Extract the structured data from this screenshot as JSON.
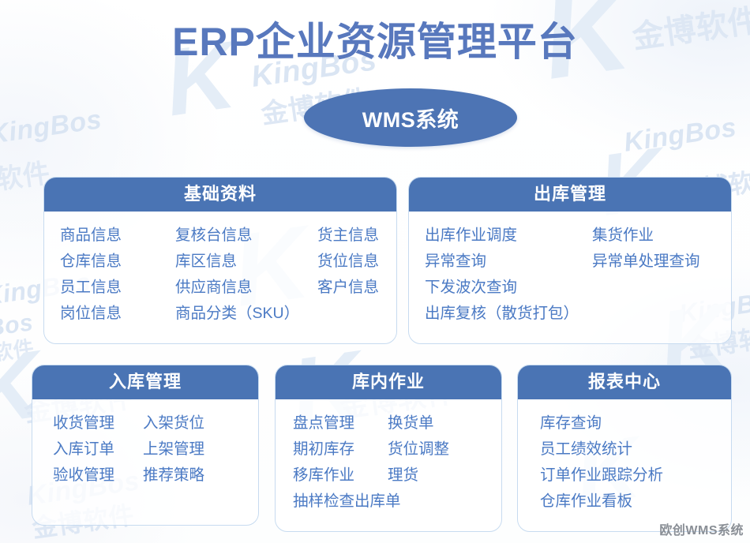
{
  "page": {
    "title": "ERP企业资源管理平台",
    "badge": "WMS系统",
    "brand_label": "欧创WMS系统",
    "colors": {
      "title": "#5878bd",
      "header_blue": "#4a74b4",
      "item_blue": "#4b7ac4",
      "card_border": "#c7dbf0",
      "badge_fill": "#4d74b4",
      "background": "#ffffff"
    }
  },
  "watermarks": [
    {
      "text": "K",
      "style": "k"
    },
    {
      "text": "金博软件",
      "style": "cn"
    },
    {
      "text": "KingBos",
      "style": "en"
    },
    {
      "text": "软件",
      "style": "sm"
    }
  ],
  "cards": [
    {
      "id": "basic",
      "title": "基础资料",
      "columns": 3,
      "rows": [
        [
          "商品信息",
          "复核台信息",
          "货主信息"
        ],
        [
          "仓库信息",
          "库区信息",
          "货位信息"
        ],
        [
          "员工信息",
          "供应商信息",
          "客户信息"
        ],
        [
          "岗位信息",
          "商品分类（SKU）",
          ""
        ]
      ]
    },
    {
      "id": "outbound",
      "title": "出库管理",
      "columns": 2,
      "rows": [
        [
          "出库作业调度",
          "集货作业"
        ],
        [
          "异常查询",
          "异常单处理查询"
        ],
        [
          "下发波次查询",
          ""
        ],
        [
          "出库复核（散货打包）",
          ""
        ]
      ]
    },
    {
      "id": "inbound",
      "title": "入库管理",
      "columns": 2,
      "rows": [
        [
          "收货管理",
          "入架货位"
        ],
        [
          "入库订单",
          "上架管理"
        ],
        [
          "验收管理",
          "推荐策略"
        ]
      ]
    },
    {
      "id": "inhouse",
      "title": "库内作业",
      "columns": 2,
      "rows": [
        [
          "盘点管理",
          "换货单"
        ],
        [
          "期初库存",
          "货位调整"
        ],
        [
          "移库作业",
          "理货"
        ],
        [
          "抽样检查出库单",
          ""
        ]
      ]
    },
    {
      "id": "report",
      "title": "报表中心",
      "columns": 1,
      "rows": [
        [
          "库存查询"
        ],
        [
          "员工绩效统计"
        ],
        [
          "订单作业跟踪分析"
        ],
        [
          "仓库作业看板"
        ]
      ]
    }
  ]
}
